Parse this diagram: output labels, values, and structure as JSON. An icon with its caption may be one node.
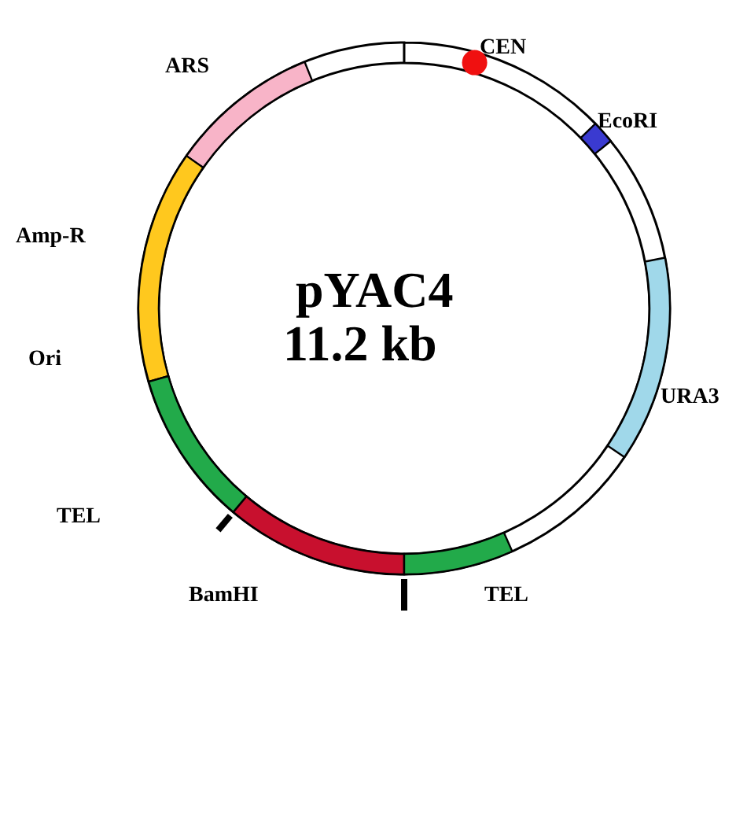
{
  "diagram": {
    "labels": [
      "CEN",
      "ARS",
      "EcoRI",
      "Amp-R",
      "pYAC4",
      "11.2 kb",
      "Ori",
      "URA3",
      "TEL",
      "BamHI",
      "TEL"
    ]
  }
}
